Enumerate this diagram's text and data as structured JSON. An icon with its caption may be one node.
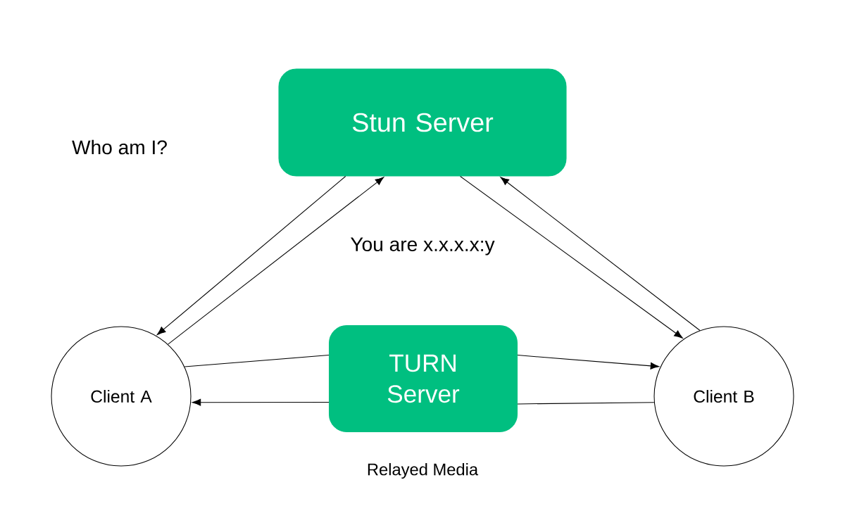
{
  "diagram": {
    "nodes": [
      {
        "text": [
          "Stun Server"
        ]
      },
      {
        "text": [
          "Client A"
        ]
      },
      {
        "text": [
          "Client B"
        ]
      },
      {
        "text": [
          "TURN Server"
        ]
      }
    ],
    "edges": [
      {
        "from": 0,
        "to": 1,
        "arrow": "to"
      },
      {
        "from": 1,
        "to": 0,
        "arrow": "to"
      },
      {
        "from": 0,
        "to": 2,
        "arrow": "to"
      },
      {
        "from": 2,
        "to": 0,
        "arrow": "to"
      },
      {
        "from": 1,
        "to": 3,
        "arrow": "none"
      },
      {
        "from": 3,
        "to": 2,
        "arrow": "to"
      },
      {
        "from": 2,
        "to": 3,
        "arrow": "none"
      },
      {
        "from": 3,
        "to": 1,
        "arrow": "to"
      }
    ],
    "labels": [
      "Who am I?",
      "You are x.x.x.x:y",
      "Relayed Media"
    ]
  }
}
